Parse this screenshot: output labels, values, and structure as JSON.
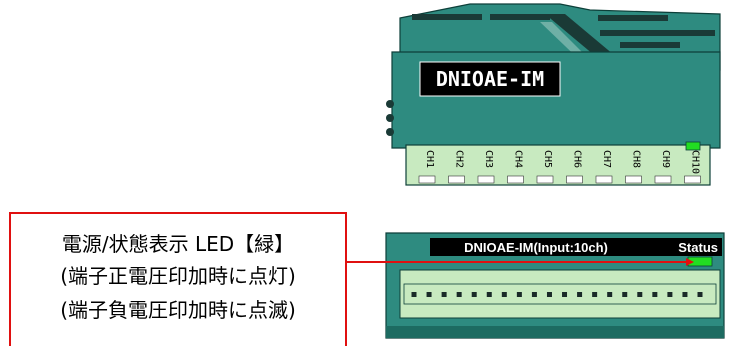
{
  "top_view": {
    "model_label": "DNIOAE-IM",
    "channel_labels": [
      "CH1",
      "CH2",
      "CH3",
      "CH4",
      "CH5",
      "CH6",
      "CH7",
      "CH8",
      "CH9",
      "CH10"
    ]
  },
  "front_view": {
    "header_label": "DNIOAE-IM(Input:10ch)",
    "status_label": "Status",
    "terminal_count": 20
  },
  "callout": {
    "line1": "電源/状態表示 LED【緑】",
    "line2": "(端子正電圧印加時に点灯)",
    "line3": "(端子負電圧印加時に点滅)"
  },
  "colors": {
    "module_body": "#2e8b80",
    "module_dark": "#1d6b61",
    "terminal_strip": "#c8eac0",
    "led_green": "#22dd22",
    "callout_red": "#e01010",
    "label_bg": "#000000"
  }
}
